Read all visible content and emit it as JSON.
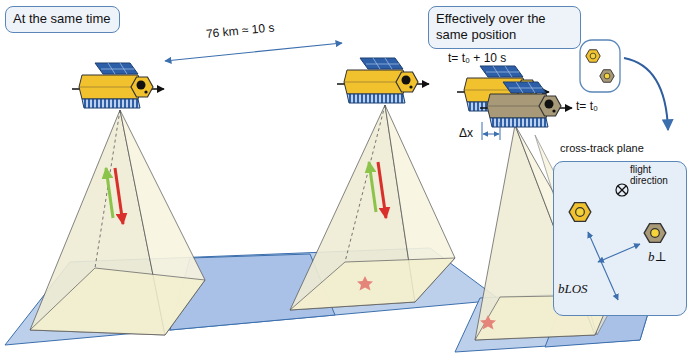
{
  "diagram": {
    "nodes": [
      {
        "text": [
          "At the same time"
        ]
      },
      {
        "text": [
          "Effectively over the same position"
        ]
      },
      {
        "text": [
          "cross-track plane",
          "flight direction",
          "bLOS",
          "b⊥"
        ]
      }
    ],
    "labels": [
      "76 km ≈ 10 s",
      "t= t₀ + 10 s",
      "t= t₀",
      "Δx"
    ]
  }
}
